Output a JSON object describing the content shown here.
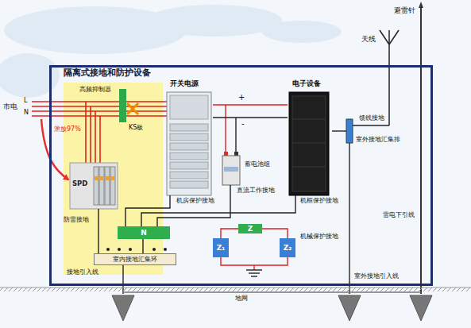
{
  "diagram": {
    "nodes": [
      {
        "text": [
          "隔离式接地和防护设备"
        ]
      },
      {
        "text": [
          "SPD"
        ],
        "in": 0
      },
      {
        "text": [
          "N"
        ],
        "in": 0
      },
      {
        "text": [
          "室内接地汇集环"
        ],
        "in": 0
      },
      {
        "text": [
          "开关电源"
        ],
        "in": 0
      },
      {
        "text": [
          "蓄电池组"
        ],
        "in": 0
      },
      {
        "text": [
          "电子设备"
        ],
        "in": 0
      },
      {
        "text": [
          "Z"
        ],
        "in": 0
      },
      {
        "text": [
          "Z₁"
        ],
        "in": 0
      },
      {
        "text": [
          "Z₂"
        ],
        "in": 0
      },
      {
        "text": [
          "室外接地汇集排"
        ],
        "in": 0
      }
    ],
    "edges": [
      {
        "from": 1,
        "to": 3,
        "arrow": "none"
      },
      {
        "from": 2,
        "to": 3,
        "arrow": "none"
      },
      {
        "from": 4,
        "to": 2,
        "arrow": "none"
      },
      {
        "from": 5,
        "to": 2,
        "arrow": "none"
      },
      {
        "from": 6,
        "to": 2,
        "arrow": "none"
      },
      {
        "from": 4,
        "to": 6,
        "arrow": "none"
      },
      {
        "from": 4,
        "to": 6,
        "arrow": "none"
      },
      {
        "from": 7,
        "to": 8,
        "arrow": "none"
      },
      {
        "from": 7,
        "to": 9,
        "arrow": "none"
      },
      {
        "from": 6,
        "to": 10,
        "arrow": "none"
      }
    ],
    "labels": [
      "市电",
      "L",
      "N",
      "高频抑制器",
      "KS板",
      "泄放97%",
      "防雷接地",
      "接地引入线",
      "机房保护接地",
      "+",
      "-",
      "直流工作接地",
      "机框保护接地",
      "机械保护接地",
      "天线",
      "避雷针",
      "馈线接地",
      "雷电下引线",
      "室外接地引入线",
      "地网"
    ]
  }
}
